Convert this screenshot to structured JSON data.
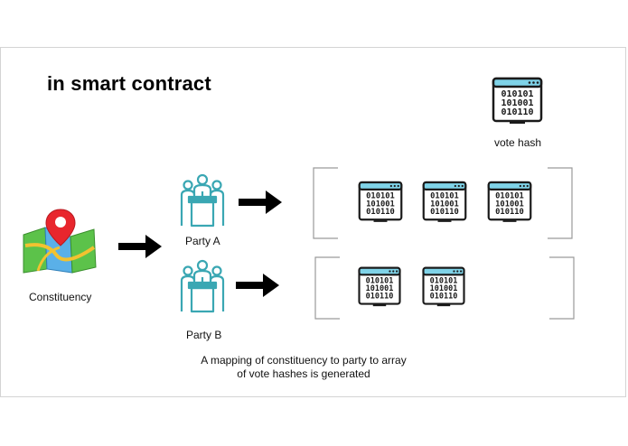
{
  "title": "in smart contract",
  "legend": {
    "label": "vote hash"
  },
  "constituency": {
    "label": "Constituency"
  },
  "parties": [
    {
      "label": "Party A",
      "hash_count": 3
    },
    {
      "label": "Party B",
      "hash_count": 2
    }
  ],
  "caption": {
    "line1": "A mapping of constituency to party to array",
    "line2": "of vote hashes is generated"
  },
  "binary_rows": [
    "010101",
    "101001",
    "010110"
  ],
  "colors": {
    "hash_header": "#7fd3e8",
    "hash_body": "#ffffff",
    "outline": "#1a1a1a",
    "party_icon": "#3aa7b3",
    "map_pin": "#e8262d",
    "map_green": "#5cc24a",
    "map_blue": "#5ab0e8",
    "map_yellow": "#f2c230",
    "bracket": "#9a9a9a",
    "arrow": "#000000"
  },
  "icons": {
    "hash": "binary-document-icon",
    "party": "podium-group-icon",
    "constituency": "map-pin-icon"
  }
}
